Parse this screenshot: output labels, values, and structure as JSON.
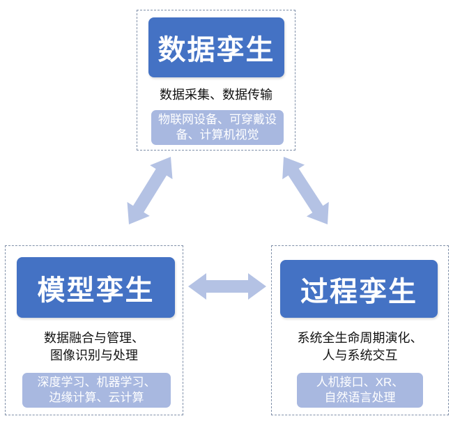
{
  "colors": {
    "title_fill": "#4472c4",
    "tag_fill": "#a8b8e0",
    "arrow_fill": "#b4c2e4",
    "border": "#7f8fa8"
  },
  "nodes": {
    "data_twin": {
      "title": "数据孪生",
      "desc_lines": [
        "数据采集、数据传输"
      ],
      "tag_lines": [
        "物联网设备、可穿戴设",
        "备、计算机视觉"
      ]
    },
    "model_twin": {
      "title": "模型孪生",
      "desc_lines": [
        "数据融合与管理、",
        "图像识别与处理"
      ],
      "tag_lines": [
        "深度学习、机器学习、",
        "边缘计算、云计算"
      ]
    },
    "process_twin": {
      "title": "过程孪生",
      "desc_lines": [
        "系统全生命周期演化、",
        "人与系统交互"
      ],
      "tag_lines": [
        "人机接口、XR、",
        "自然语言处理"
      ]
    }
  },
  "arrows": [
    {
      "name": "arrow-data-model",
      "icon": "double-arrow-icon"
    },
    {
      "name": "arrow-data-process",
      "icon": "double-arrow-icon"
    },
    {
      "name": "arrow-model-process",
      "icon": "double-arrow-icon"
    }
  ]
}
